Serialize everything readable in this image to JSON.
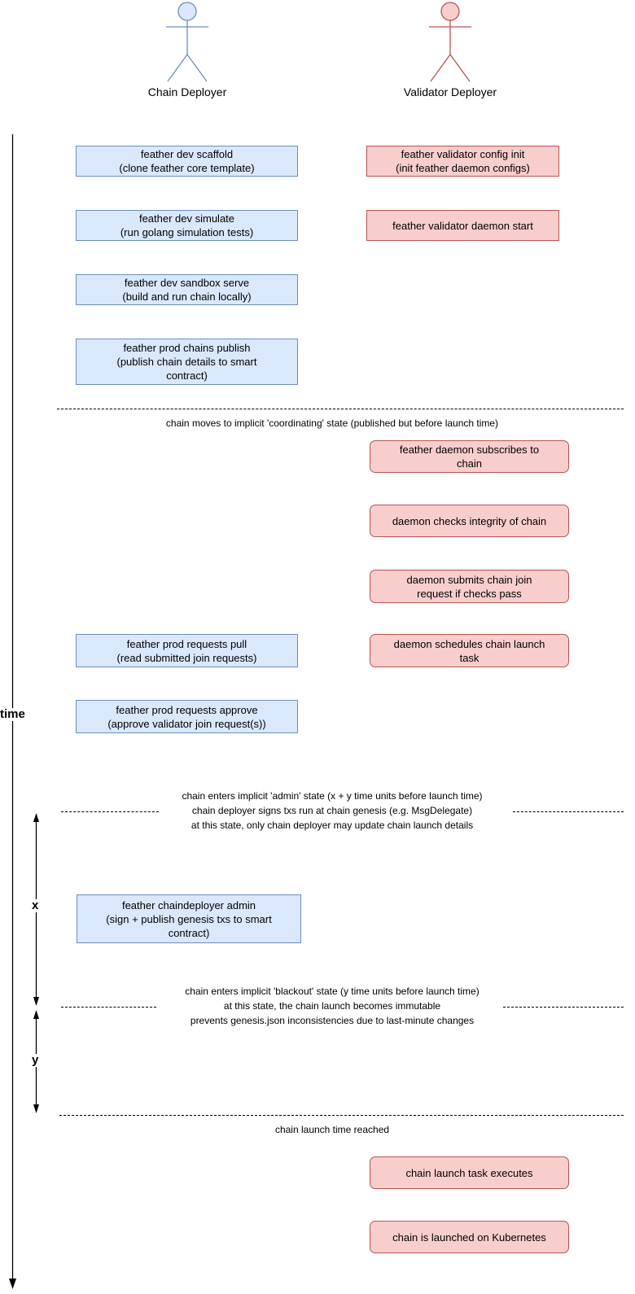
{
  "colors": {
    "chain_fill": "#dae8fc",
    "chain_stroke": "#6c8ebf",
    "validator_fill": "#f8cecc",
    "validator_stroke": "#b85450"
  },
  "timeline": {
    "axis_label": "time",
    "x_span_label": "x",
    "y_span_label": "y"
  },
  "chain_deployer": {
    "label": "Chain Deployer",
    "steps": {
      "scaffold": "feather dev scaffold\n(clone feather core template)",
      "simulate": "feather dev simulate\n(run golang simulation tests)",
      "sandbox_serve": "feather dev sandbox serve\n(build and run chain locally)",
      "chains_publish": "feather prod chains publish\n(publish chain details to smart\ncontract)",
      "requests_pull": "feather prod requests pull\n(read submitted join requests)",
      "requests_approve": "feather prod requests approve\n(approve validator join request(s))",
      "admin": "feather chaindeployer admin\n(sign + publish genesis txs to smart\ncontract)"
    }
  },
  "validator_deployer": {
    "label": "Validator Deployer",
    "steps": {
      "config_init": "feather validator config init\n(init feather daemon configs)",
      "daemon_start": "feather validator daemon start",
      "subscribes": "feather daemon subscribes to\nchain",
      "integrity": "daemon checks integrity of chain",
      "submits_join": "daemon submits chain join\nrequest if checks pass",
      "schedules_launch": "daemon schedules chain launch\ntask",
      "launch_executes": "chain launch task executes",
      "launched_k8s": "chain is launched on Kubernetes"
    }
  },
  "separators": {
    "coordinating": "chain moves to implicit 'coordinating' state (published but before launch time)",
    "admin": "chain enters implicit 'admin' state (x + y time units before launch time)\nchain deployer signs txs run at chain genesis (e.g. MsgDelegate)\nat this state, only chain deployer may update chain launch details",
    "blackout": "chain enters implicit 'blackout' state (y time units before launch time)\nat this state, the chain launch becomes immutable\nprevents genesis.json inconsistencies due to last-minute changes",
    "launch": "chain launch time reached"
  }
}
